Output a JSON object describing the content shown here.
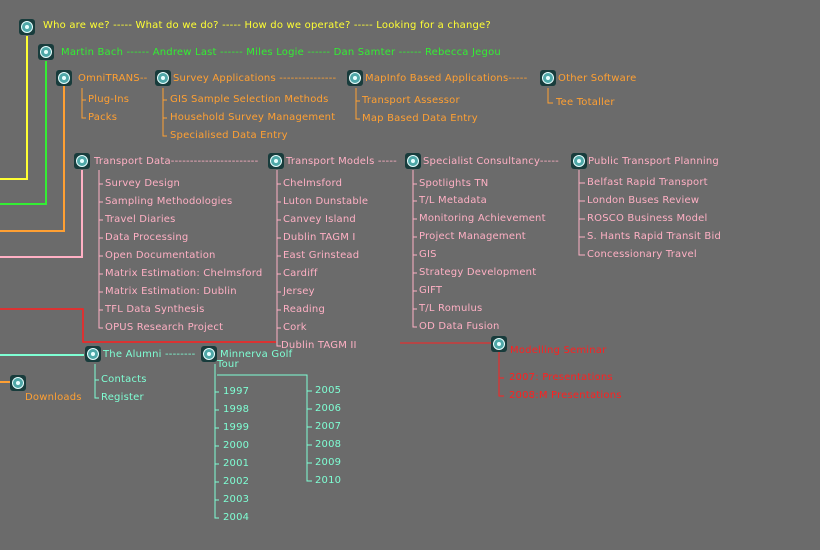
{
  "colors": {
    "background": "#6b6b6b",
    "yellow": "#ffff33",
    "green": "#33ee33",
    "orange": "#ffa033",
    "pink": "#ffb0c4",
    "red": "#ff2020",
    "cyan": "#7fffd4"
  },
  "top_line": "Who are we? -----  What do we do? -----  How do we operate?  ----- Looking for a change?",
  "people_line": "Martin Bach ------ Andrew Last ------ Miles Logie ------ Dan Samter ------  Rebecca Jegou",
  "software": {
    "omnitrans": "OmniTRANS--",
    "omnitrans_items": [
      "Plug-Ins",
      "Packs"
    ],
    "survey": "Survey Applications ---------------",
    "survey_items": [
      "GIS Sample Selection Methods",
      "Household Survey Management",
      "Specialised Data Entry"
    ],
    "mapinfo": "MapInfo Based Applications-----",
    "mapinfo_items": [
      "Transport Assessor",
      "Map Based Data Entry"
    ],
    "other": "Other Software",
    "other_items": [
      "Tee Totaller"
    ]
  },
  "transport_data": {
    "title": "Transport Data-----------------------",
    "items": [
      "Survey Design",
      "Sampling Methodologies",
      "Travel Diaries",
      "Data Processing",
      "Open Documentation",
      "Matrix Estimation: Chelmsford",
      "Matrix Estimation: Dublin",
      "TFL Data Synthesis",
      "OPUS Research Project"
    ]
  },
  "transport_models": {
    "title": "Transport Models -----",
    "items": [
      "Chelmsford",
      "Luton Dunstable",
      "Canvey Island",
      "Dublin TAGM I",
      "East Grinstead",
      "Cardiff",
      "Jersey",
      "Reading",
      "Cork",
      "Dublin TAGM II"
    ]
  },
  "specialist": {
    "title": "Specialist Consultancy-----",
    "items": [
      "Spotlights TN",
      "T/L Metadata",
      "Monitoring Achievement",
      "Project Management",
      "GIS",
      "Strategy Development",
      "GIFT",
      "T/L Romulus",
      "OD Data Fusion"
    ]
  },
  "public_transport": {
    "title": "Public Transport Planning",
    "items": [
      "Belfast Rapid Transport",
      "London Buses Review",
      "ROSCO Business Model",
      "S. Hants Rapid Transit Bid",
      "Concessionary Travel"
    ]
  },
  "modelling_seminar": {
    "title": "Modelling Seminar",
    "items": [
      "2007: Presentations",
      "2008:M Presentations"
    ]
  },
  "alumni": {
    "title": "The Alumni --------",
    "items": [
      "Contacts",
      "Register"
    ]
  },
  "golf": {
    "title": "Minnerva Golf",
    "title2": "Tour",
    "years_left": [
      "1997",
      "1998",
      "1999",
      "2000",
      "2001",
      "2002",
      "2003",
      "2004"
    ],
    "years_right": [
      "2005",
      "2006",
      "2007",
      "2008",
      "2009",
      "2010"
    ]
  },
  "downloads": "Downloads"
}
